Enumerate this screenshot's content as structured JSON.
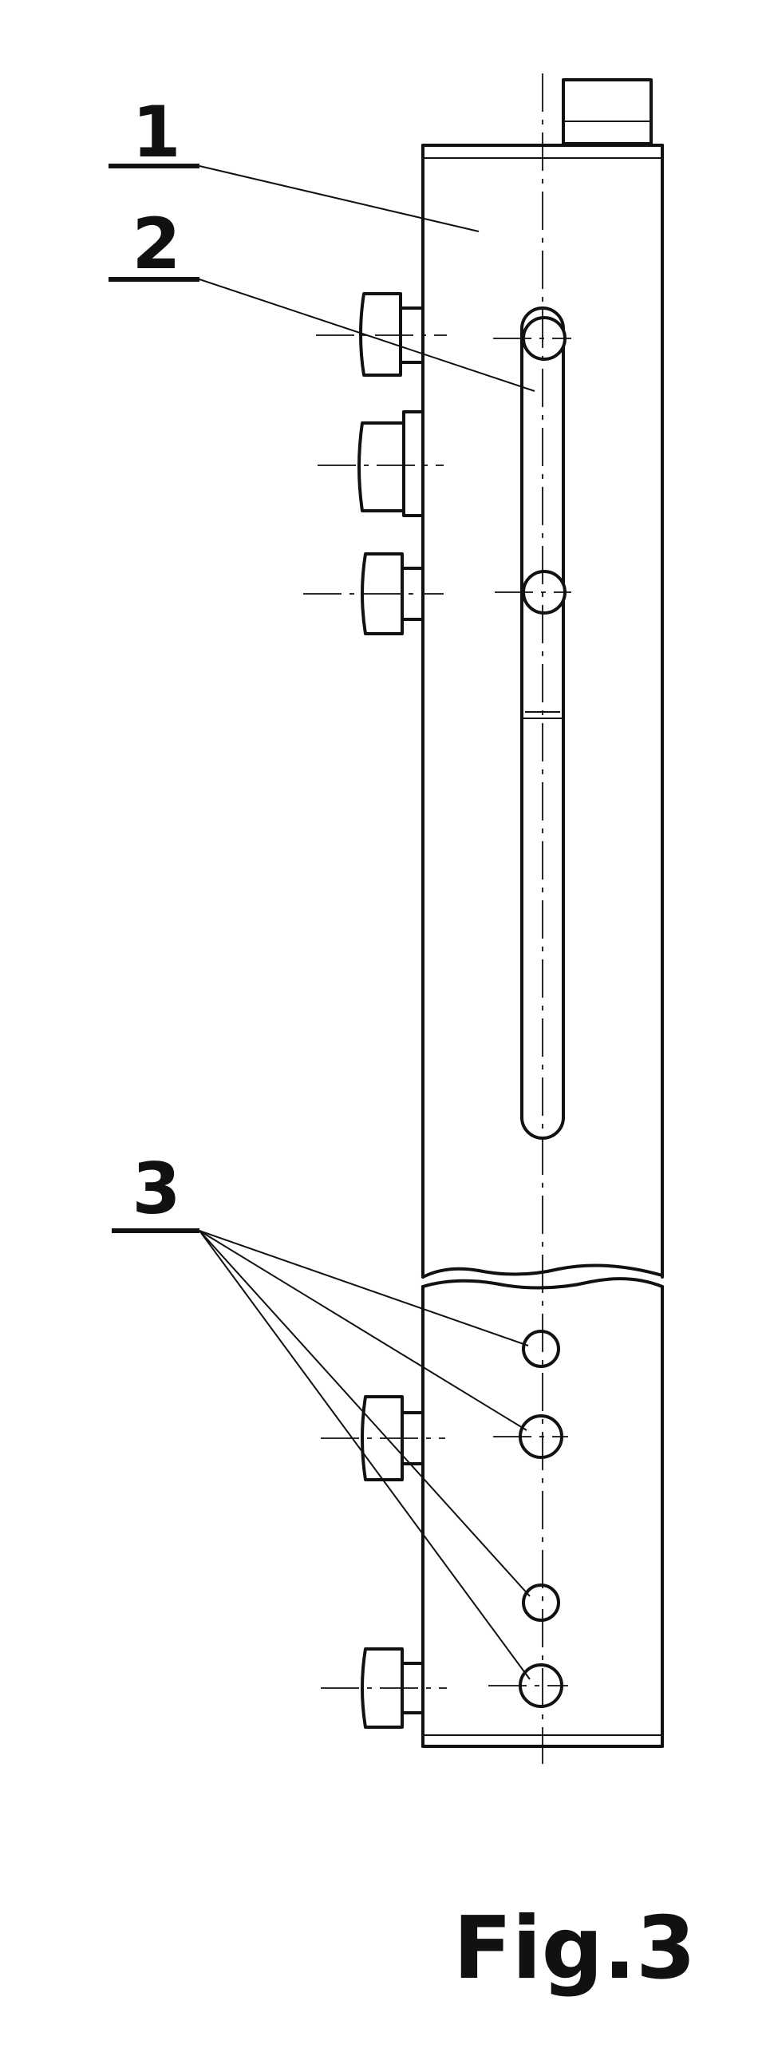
{
  "labels": {
    "part1": "1",
    "part2": "2",
    "part3": "3"
  },
  "figure_caption": "Fig.3",
  "colors": {
    "ink": "#111111",
    "paper": "#ffffff"
  }
}
